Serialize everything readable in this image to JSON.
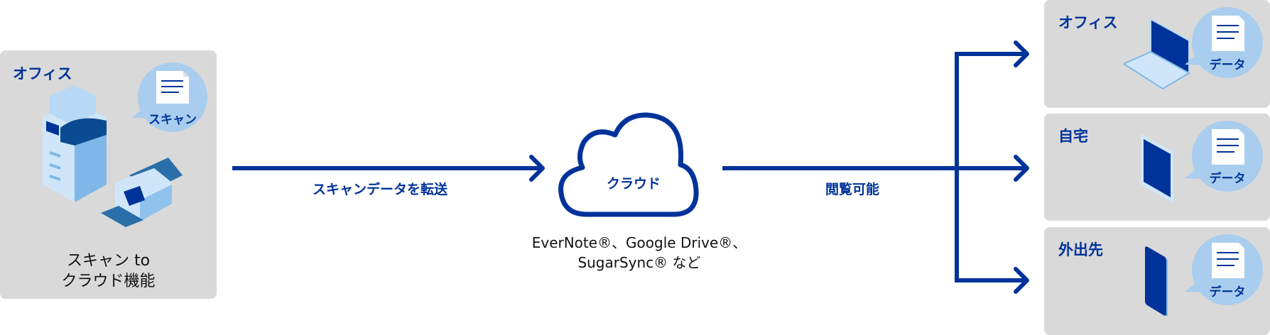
{
  "source": {
    "location": "オフィス",
    "bubble": "スキャン",
    "caption_line1": "スキャン to",
    "caption_line2": "クラウド機能"
  },
  "transfer_label": "スキャンデータを転送",
  "cloud": {
    "label": "クラウド",
    "services_line1": "EverNote®、Google Drive®、",
    "services_line2": "SugarSync® など"
  },
  "view_label": "閲覧可能",
  "destinations": [
    {
      "location": "オフィス",
      "device": "laptop",
      "bubble": "データ"
    },
    {
      "location": "自宅",
      "device": "tablet",
      "bubble": "データ"
    },
    {
      "location": "外出先",
      "device": "smartphone",
      "bubble": "データ"
    }
  ],
  "colors": {
    "accent": "#003399",
    "panel": "#d9d9d9",
    "bubble": "#a9cdee"
  }
}
